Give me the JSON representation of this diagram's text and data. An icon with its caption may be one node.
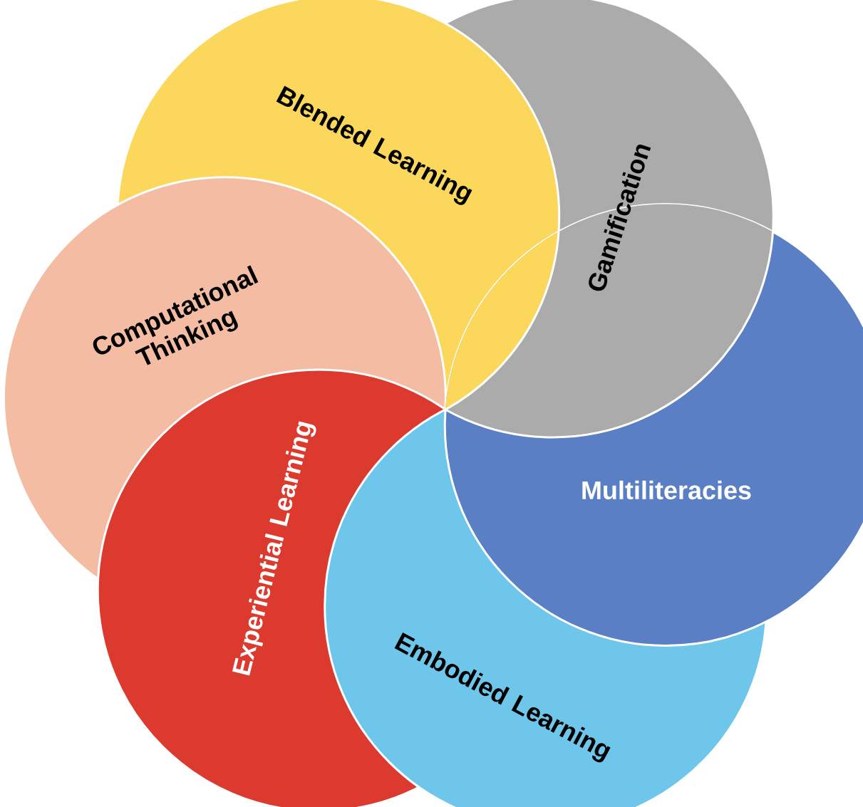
{
  "diagram": {
    "nodes": [
      {
        "text": [
          "Blended Learning"
        ]
      },
      {
        "text": [
          "Gamification"
        ]
      },
      {
        "text": [
          "Computational Thinking"
        ]
      },
      {
        "text": [
          "Multiliteracies"
        ]
      },
      {
        "text": [
          "Experiential Learning"
        ]
      },
      {
        "text": [
          "Embodied Learning"
        ]
      }
    ]
  }
}
